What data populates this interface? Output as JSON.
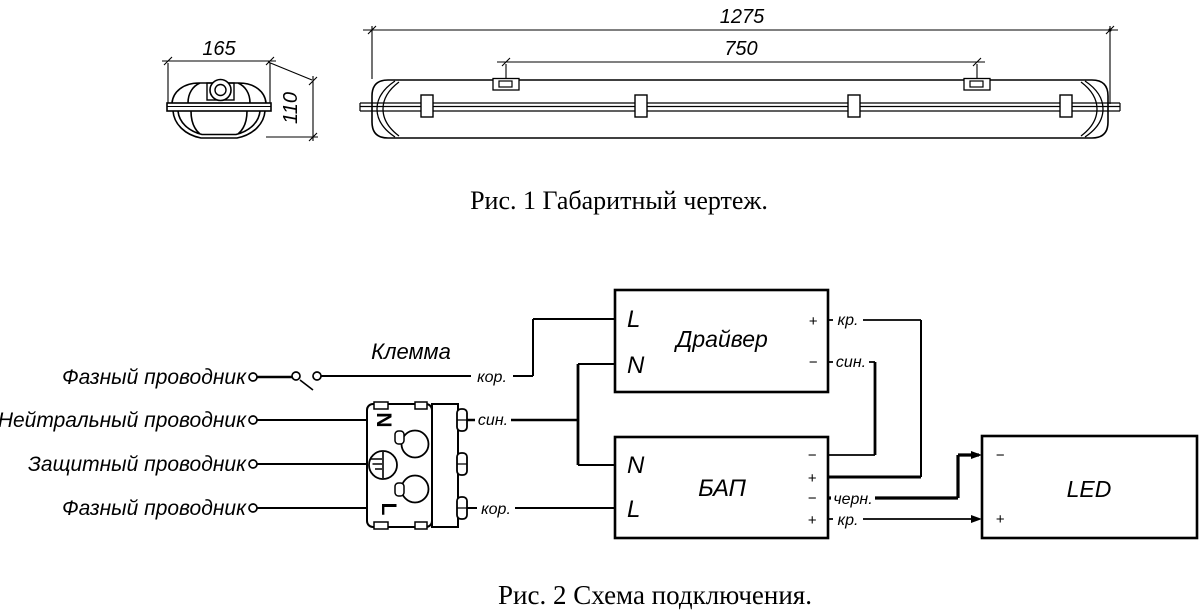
{
  "figure1": {
    "caption": "Рис. 1  Габаритный чертеж.",
    "dim_width": "165",
    "dim_height": "110",
    "dim_length": "1275",
    "dim_mount": "750"
  },
  "figure2": {
    "caption": "Рис. 2  Схема подключения.",
    "conductor_phase_top": "Фазный проводник",
    "conductor_neutral": "Нейтральный проводник",
    "conductor_protective": "Защитный проводник",
    "conductor_phase_bottom": "Фазный проводник",
    "terminal_label": "Клемма",
    "terminal_top": "N",
    "terminal_bottom": "L",
    "wire_brown_mains": "кор.",
    "wire_blue_terminal": "син.",
    "wire_brown_terminal": "кор.",
    "wire_red_driver": "кр.",
    "wire_blue_driver": "син.",
    "wire_black_bap": "черн.",
    "wire_red_bap": "кр.",
    "driver_title": "Драйвер",
    "driver_l": "L",
    "driver_n": "N",
    "driver_plus": "+",
    "driver_minus": "−",
    "bap_title": "БАП",
    "bap_n": "N",
    "bap_l": "L",
    "bap_t1_minus": "−",
    "bap_t2_plus": "+",
    "bap_t3_minus": "−",
    "bap_t4_plus": "+",
    "led_title": "LED",
    "led_minus": "−",
    "led_plus": "+"
  },
  "colors": {
    "ink": "#000000",
    "background": "#ffffff"
  }
}
